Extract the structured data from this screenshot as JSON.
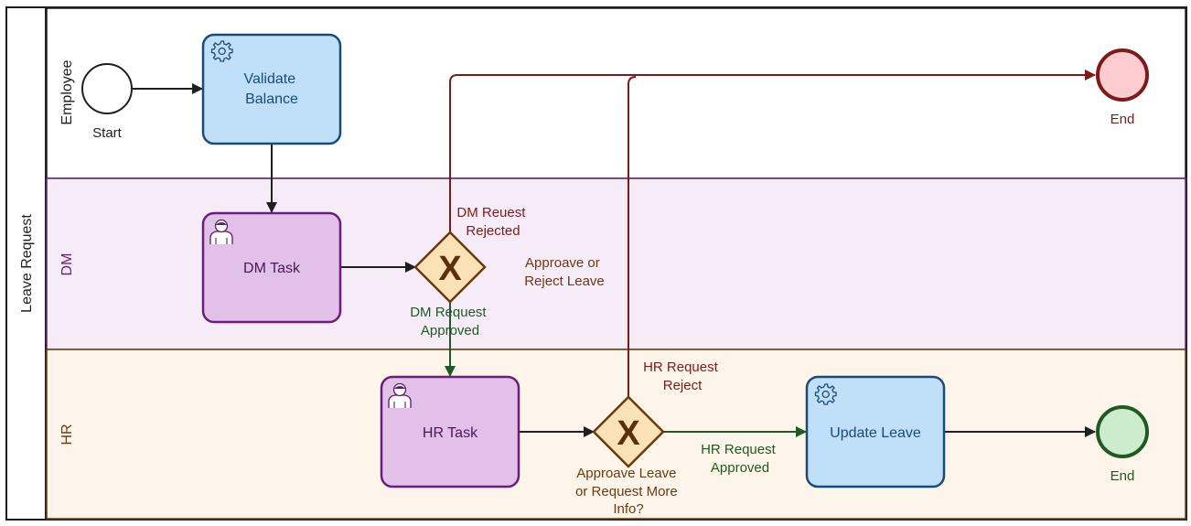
{
  "pool": {
    "label": "Leave Request"
  },
  "lanes": {
    "employee": {
      "label": "Employee"
    },
    "dm": {
      "label": "DM"
    },
    "hr": {
      "label": "HR"
    }
  },
  "events": {
    "start": {
      "label": "Start"
    },
    "end_rejected": {
      "label": "End"
    },
    "end_done": {
      "label": "End"
    }
  },
  "tasks": {
    "validate": {
      "line1": "Validate",
      "line2": "Balance"
    },
    "dm_task": {
      "label": "DM Task"
    },
    "hr_task": {
      "label": "HR Task"
    },
    "update_leave": {
      "label": "Update Leave"
    }
  },
  "gateways": {
    "dm": {
      "marker": "X",
      "line1": "Approave or",
      "line2": "Reject Leave"
    },
    "hr": {
      "marker": "X",
      "line1": "Approave Leave",
      "line2": "or Request More",
      "line3": "Info?"
    }
  },
  "flows": {
    "dm_rejected": {
      "line1": "DM Reuest",
      "line2": "Rejected"
    },
    "dm_approved": {
      "line1": "DM Request",
      "line2": "Approved"
    },
    "hr_reject": {
      "line1": "HR Request",
      "line2": "Reject"
    },
    "hr_approved": {
      "line1": "HR Request",
      "line2": "Approved"
    }
  },
  "colors": {
    "lane_dm_bg": "#f5ecf8",
    "lane_hr_bg": "#fdf5e9",
    "dm_lane_label": "#6b1b7a",
    "hr_lane_label": "#6b3a10",
    "service_task_fill": "#bfe0f8",
    "service_task_stroke": "#1a4a78",
    "user_task_fill": "#e2c1e8",
    "user_task_stroke": "#6a1d7c",
    "gateway_fill": "#fbe1b6",
    "gateway_stroke": "#6b3a0c",
    "reject_flow": "#7d1a1a",
    "approve_flow": "#1f5a25",
    "end_reject_fill": "#fdccd0",
    "end_done_fill": "#cdeccd"
  }
}
